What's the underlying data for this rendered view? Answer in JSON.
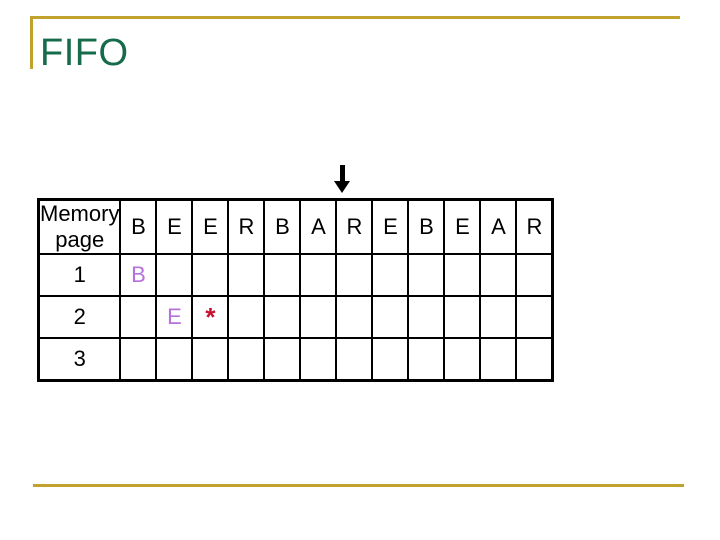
{
  "title": "FIFO",
  "colors": {
    "title_green": "#156B4A",
    "accent_gold": "#C0A22C",
    "entry_purple": "#B672DA",
    "hit_star_red": "#C8102E",
    "table_border": "#000000"
  },
  "arrow": {
    "glyph": "down-arrow",
    "points_to_reference_column": 3
  },
  "table": {
    "header_label": "Memory page",
    "reference_string": [
      "B",
      "E",
      "E",
      "R",
      "B",
      "A",
      "R",
      "E",
      "B",
      "E",
      "A",
      "R"
    ],
    "rows": [
      {
        "label": "1",
        "cells": [
          "B",
          "",
          "",
          "",
          "",
          "",
          "",
          "",
          "",
          "",
          "",
          ""
        ]
      },
      {
        "label": "2",
        "cells": [
          "",
          "E",
          "*",
          "",
          "",
          "",
          "",
          "",
          "",
          "",
          "",
          ""
        ]
      },
      {
        "label": "3",
        "cells": [
          "",
          "",
          "",
          "",
          "",
          "",
          "",
          "",
          "",
          "",
          "",
          ""
        ]
      }
    ]
  }
}
